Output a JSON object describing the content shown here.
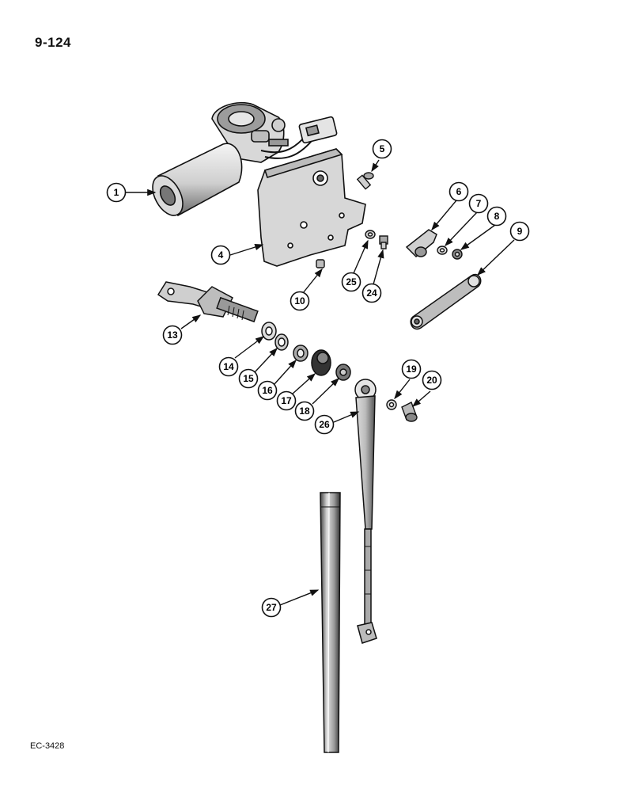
{
  "page": {
    "number": "9-124",
    "figure_code": "EC-3428"
  },
  "callouts": [
    "1",
    "4",
    "5",
    "6",
    "7",
    "8",
    "9",
    "10",
    "25",
    "24",
    "13",
    "14",
    "15",
    "16",
    "17",
    "18",
    "26",
    "19",
    "20",
    "27"
  ]
}
